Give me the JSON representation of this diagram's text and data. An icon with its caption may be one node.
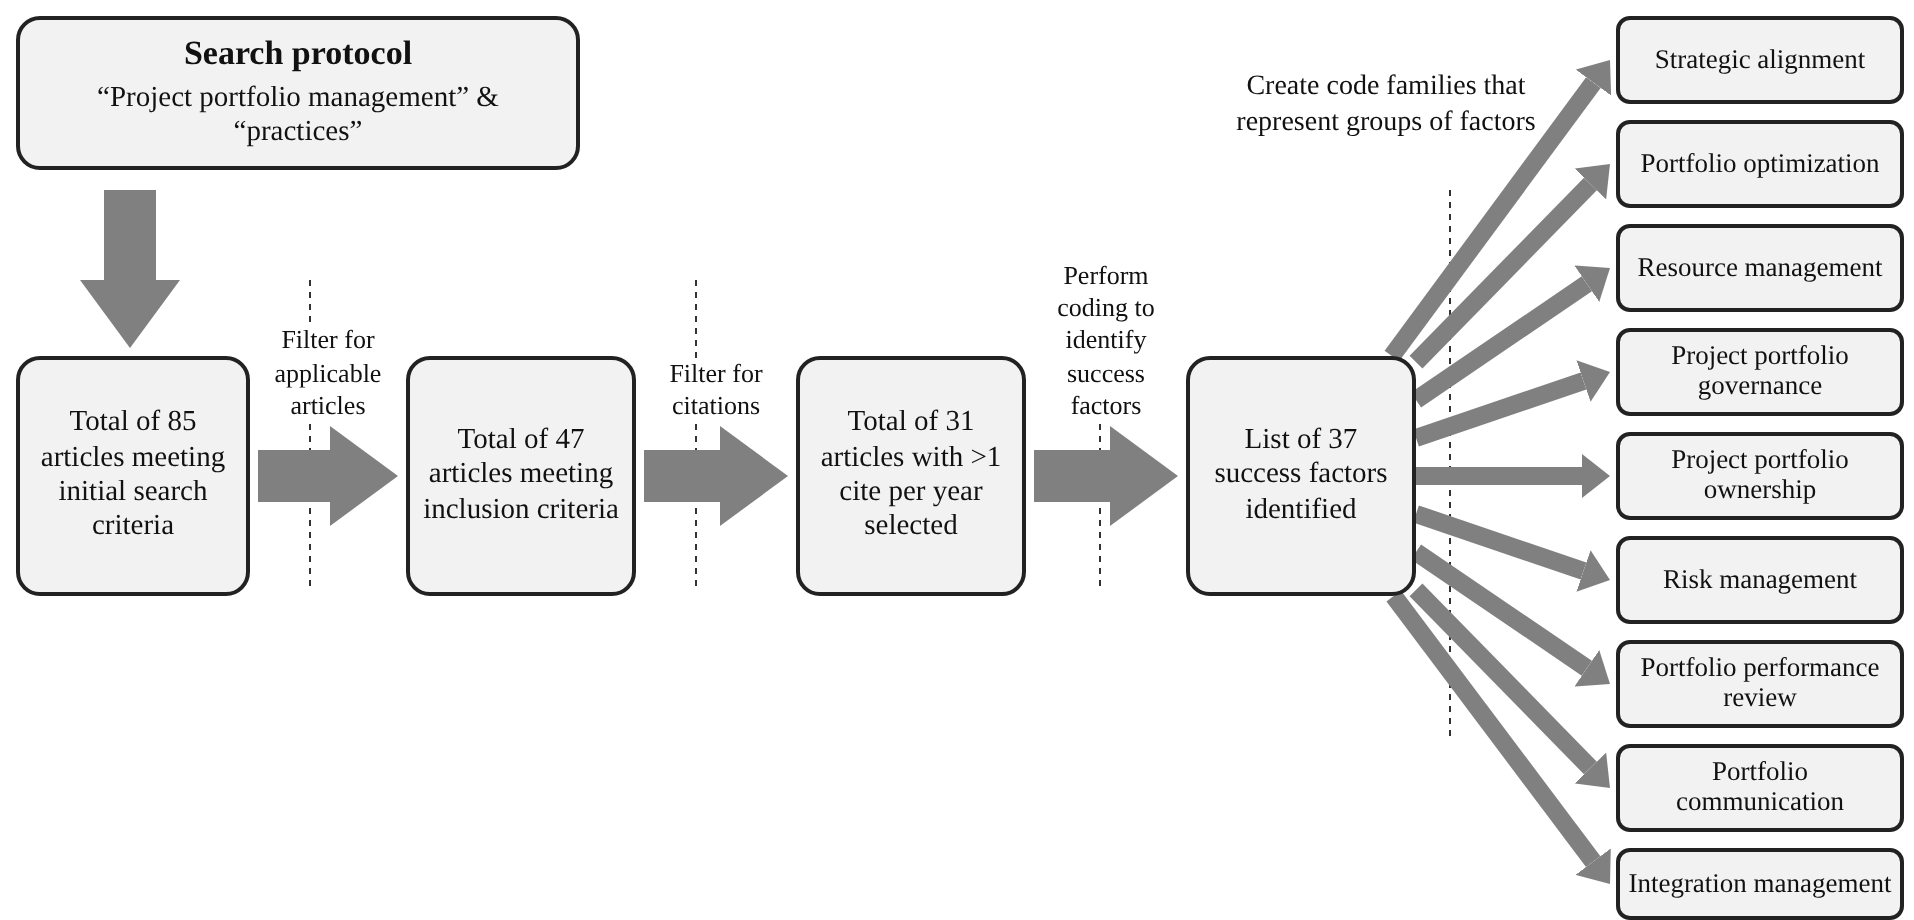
{
  "diagram": {
    "nodes": [
      {
        "text": [
          "Search protocol",
          "“Project portfolio management” & “practices”"
        ]
      },
      {
        "text": [
          "Total of 85 articles meeting initial search criteria"
        ]
      },
      {
        "text": [
          "Total of 47 articles meeting inclusion criteria"
        ]
      },
      {
        "text": [
          "Total of 31 articles with >1 cite per year selected"
        ]
      },
      {
        "text": [
          "List of 37 success factors identified"
        ]
      },
      {
        "text": [
          "Strategic alignment"
        ]
      },
      {
        "text": [
          "Portfolio optimization"
        ]
      },
      {
        "text": [
          "Resource management"
        ]
      },
      {
        "text": [
          "Project portfolio governance"
        ]
      },
      {
        "text": [
          "Project portfolio ownership"
        ]
      },
      {
        "text": [
          "Risk management"
        ]
      },
      {
        "text": [
          "Portfolio performance review"
        ]
      },
      {
        "text": [
          "Portfolio communication"
        ]
      },
      {
        "text": [
          "Integration management"
        ]
      }
    ],
    "edges": [
      {
        "from": 0,
        "to": 1,
        "arrow": "to",
        "style": "thick"
      },
      {
        "from": 1,
        "to": 2,
        "arrow": "to",
        "style": "thick",
        "label": "Filter for applicable articles"
      },
      {
        "from": 2,
        "to": 3,
        "arrow": "to",
        "style": "thick",
        "label": "Filter for citations"
      },
      {
        "from": 3,
        "to": 4,
        "arrow": "to",
        "style": "thick",
        "label": "Perform coding to identify success factors"
      },
      {
        "from": 4,
        "to": 5,
        "arrow": "to"
      },
      {
        "from": 4,
        "to": 6,
        "arrow": "to"
      },
      {
        "from": 4,
        "to": 7,
        "arrow": "to"
      },
      {
        "from": 4,
        "to": 8,
        "arrow": "to"
      },
      {
        "from": 4,
        "to": 9,
        "arrow": "to"
      },
      {
        "from": 4,
        "to": 10,
        "arrow": "to"
      },
      {
        "from": 4,
        "to": 11,
        "arrow": "to"
      },
      {
        "from": 4,
        "to": 12,
        "arrow": "to"
      },
      {
        "from": 4,
        "to": 13,
        "arrow": "to"
      }
    ],
    "labels": [
      "Create code families that represent groups of factors"
    ]
  }
}
